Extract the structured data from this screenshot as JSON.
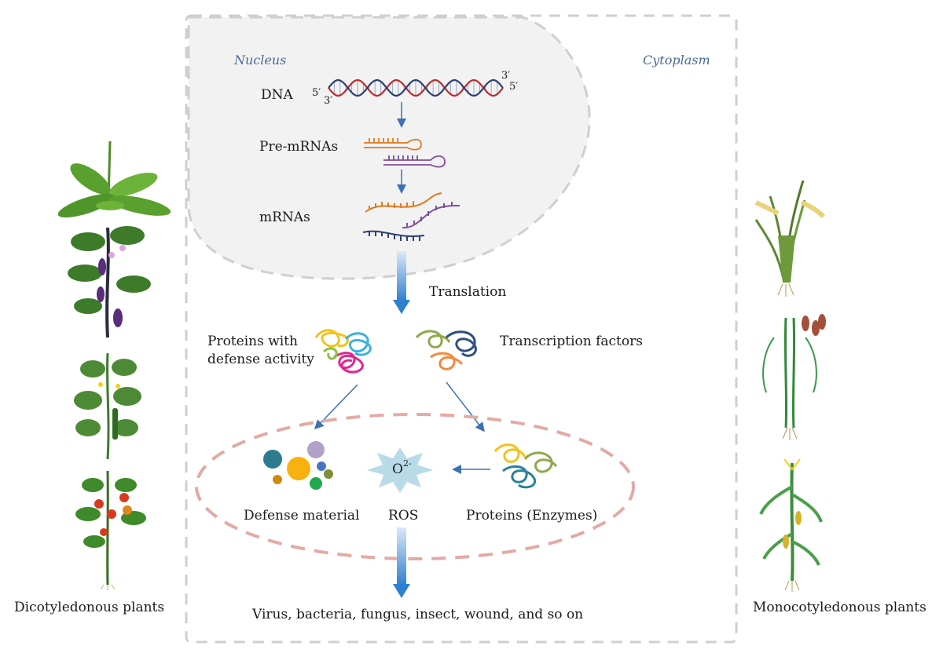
{
  "regions": {
    "nucleus": "Nucleus",
    "cytoplasm": "Cytoplasm"
  },
  "steps": {
    "dna": "DNA",
    "pre_mrnas": "Pre-mRNAs",
    "mrnas": "mRNAs",
    "translation": "Translation"
  },
  "dna_ends": {
    "left_top": "5′",
    "left_bottom": "3′",
    "right_top": "3′",
    "right_bottom": "5′"
  },
  "proteins": {
    "defense_line1": "Proteins with",
    "defense_line2": "defense activity",
    "transcription_factors": "Transcription factors",
    "enzymes": "Proteins (Enzymes)"
  },
  "outputs": {
    "defense_material": "Defense material",
    "ros": "ROS",
    "ros_symbol": "O",
    "ros_superscript": "2-"
  },
  "threats": "Virus, bacteria, fungus, insect,  wound, and so on",
  "plants": {
    "dicot": "Dicotyledonous  plants",
    "monocot": "Monocotyledonous plants"
  },
  "colors": {
    "arrow": "#3d72b4",
    "nucleus_fill": "#f2f2f2",
    "dashed_border": "#cfcfcf",
    "ellipse_dash": "#e2aaa6",
    "region_label": "#4a6a94"
  }
}
